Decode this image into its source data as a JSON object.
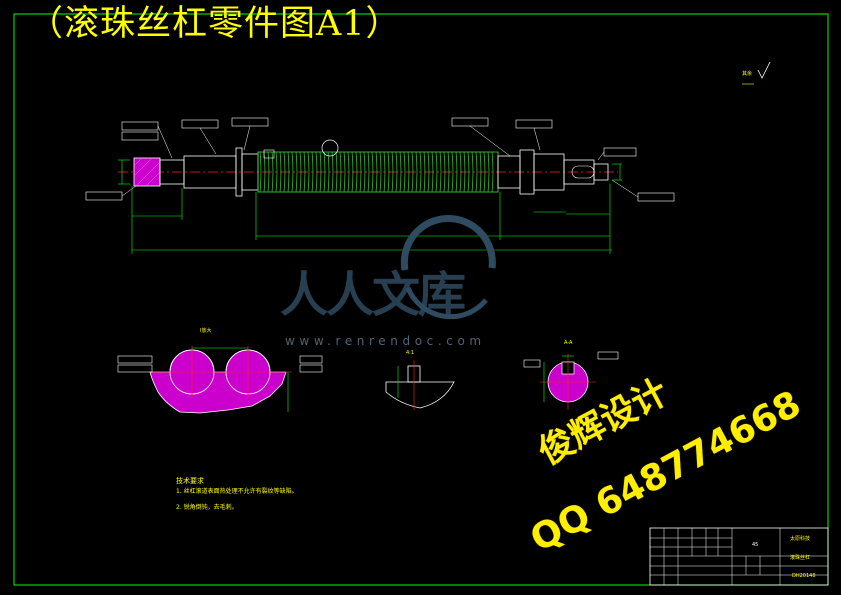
{
  "title": "（滚珠丝杠零件图A1）",
  "watermark": {
    "brand_text": "人人文库",
    "url_text": "www.renrendoc.com"
  },
  "signature": {
    "name": "俊辉设计",
    "qq": "QQ 648774668"
  },
  "technical_notes": {
    "heading": "技术要求",
    "items": [
      "1. 丝杠滚道表面热处理不允许有裂纹等缺陷。",
      "2. 锐角倒钝，去毛刺。"
    ]
  },
  "section_labels": {
    "detail": "I放大",
    "ratio": "4:1",
    "section": "A-A"
  },
  "roughness_note": "其余",
  "title_block": {
    "material": "45",
    "company": "太原科技",
    "part_name": "滚珠丝杠",
    "drawing_number": "DH20148"
  },
  "colors": {
    "background": "#000000",
    "line": "#ffffff",
    "dimension": "#00ff00",
    "annotation": "#ffff00",
    "thread": "#33dd33",
    "hatch": "#ff00ff",
    "center": "#ff2020",
    "watermark": "#2e4b60"
  }
}
